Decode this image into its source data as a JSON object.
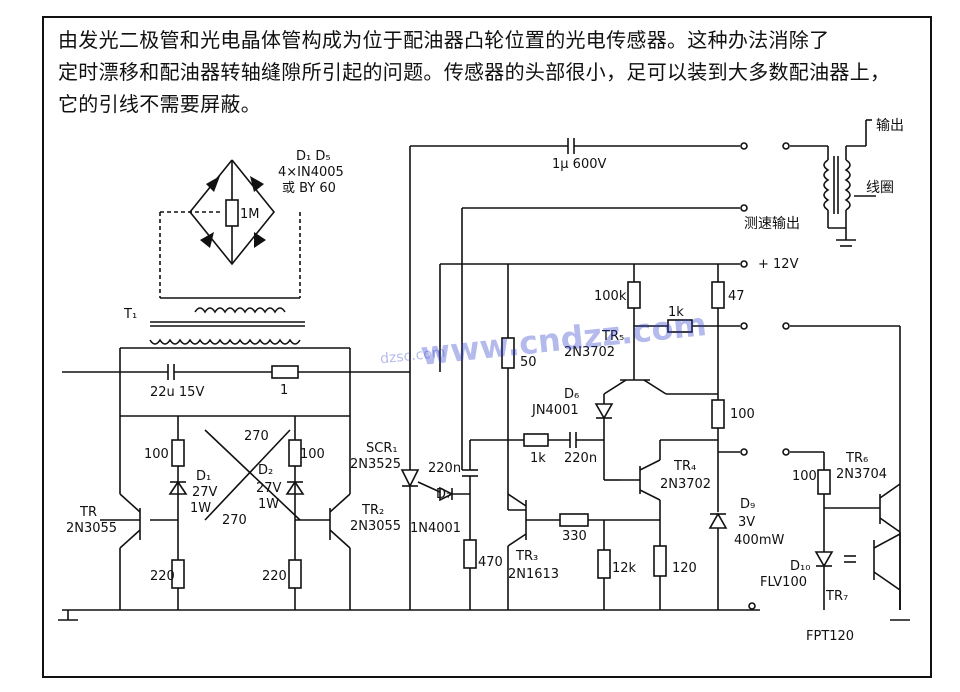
{
  "description": [
    "由发光二极管和光电晶体管构成为位于配油器凸轮位置的光电传感器。这种办法消除了",
    "定时漂移和配油器转轴缝隙所引起的问题。传感器的头部很小，足可以装到大多数配油器上，",
    "它的引线不需要屏蔽。"
  ],
  "watermark": {
    "main": "www.cndzz.com",
    "sub": "dzsc.com"
  },
  "labels": {
    "d1d5": "D₁  D₅",
    "bridge_part": "4×IN4005",
    "bridge_alt": "或 BY 60",
    "r_1m": "1M",
    "t1": "T₁",
    "cap_1u": "1μ  600V",
    "out": "输出",
    "coil": "线圈",
    "tacho_out": "测速输出",
    "v12": "+ 12V",
    "r100k": "100k",
    "r47": "47",
    "tr5": "TR₅",
    "tr5_part": "2N3702",
    "r1k_top": "1k",
    "cap_22u": "22u  15V",
    "r_1": "1",
    "r50": "50",
    "d6": "D₆",
    "d6_part": "JN4001",
    "r100_right": "100",
    "r270_a": "270",
    "r100_a": "100",
    "r100_b": "100",
    "d1": "D₁",
    "d1_v": "27V",
    "d1_w": "1W",
    "d2": "D₂",
    "d2_v": "27V",
    "d2_w": "1W",
    "r270_b": "270",
    "scr": "SCR₁",
    "scr_part": "2N3525",
    "cap_220n_a": "220n",
    "r1k_mid": "1k",
    "cap_220n_b": "220n",
    "tr4": "TR₄",
    "tr4_part": "2N3702",
    "r100_tr6": "100",
    "tr6": "TR₆",
    "tr6_part": "2N3704",
    "tr1": "TR",
    "tr1_part": "2N3055",
    "tr2": "TR₂",
    "tr2_part": "2N3055",
    "d7": "D₇",
    "d7_part": "1N4001",
    "d9": "D₉",
    "d9_v": "3V",
    "d9_w": "400mW",
    "r330": "330",
    "r220_a": "220",
    "r220_b": "220",
    "r470": "470",
    "tr3": "TR₃",
    "tr3_part": "2N1613",
    "r12k": "12k",
    "r120": "120",
    "d10": "D₁₀",
    "d10_part": "FLV100",
    "tr7": "TR₇",
    "tr7_part": "FPT120"
  }
}
